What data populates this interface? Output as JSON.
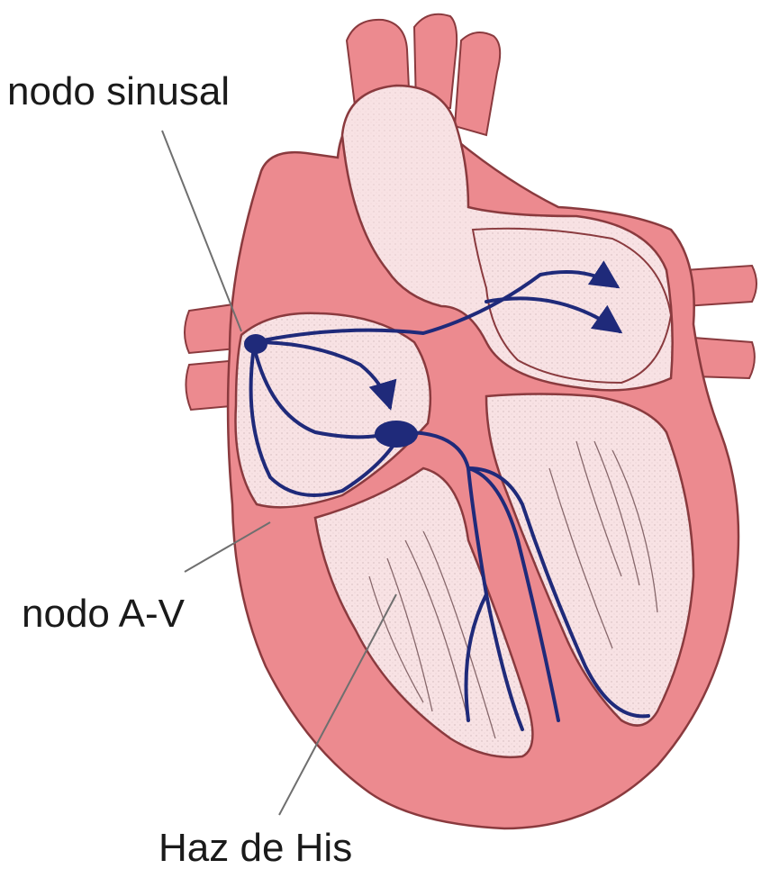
{
  "labels": {
    "sinoatrial_node": "nodo sinusal",
    "av_node": "nodo A-V",
    "bundle_of_his": "Haz de His"
  },
  "colors": {
    "background": "#ffffff",
    "heart_wall": "#ec8a8f",
    "heart_outline": "#8a3a3e",
    "chamber_fill": "#f8e2e4",
    "stippling": "#7b5a5e",
    "conduction_path": "#1f2a7a",
    "leader_line": "#6f6f6f",
    "label_text": "#1a1a1a"
  },
  "icons": [
    "heart-illustration",
    "conduction-arrow"
  ]
}
